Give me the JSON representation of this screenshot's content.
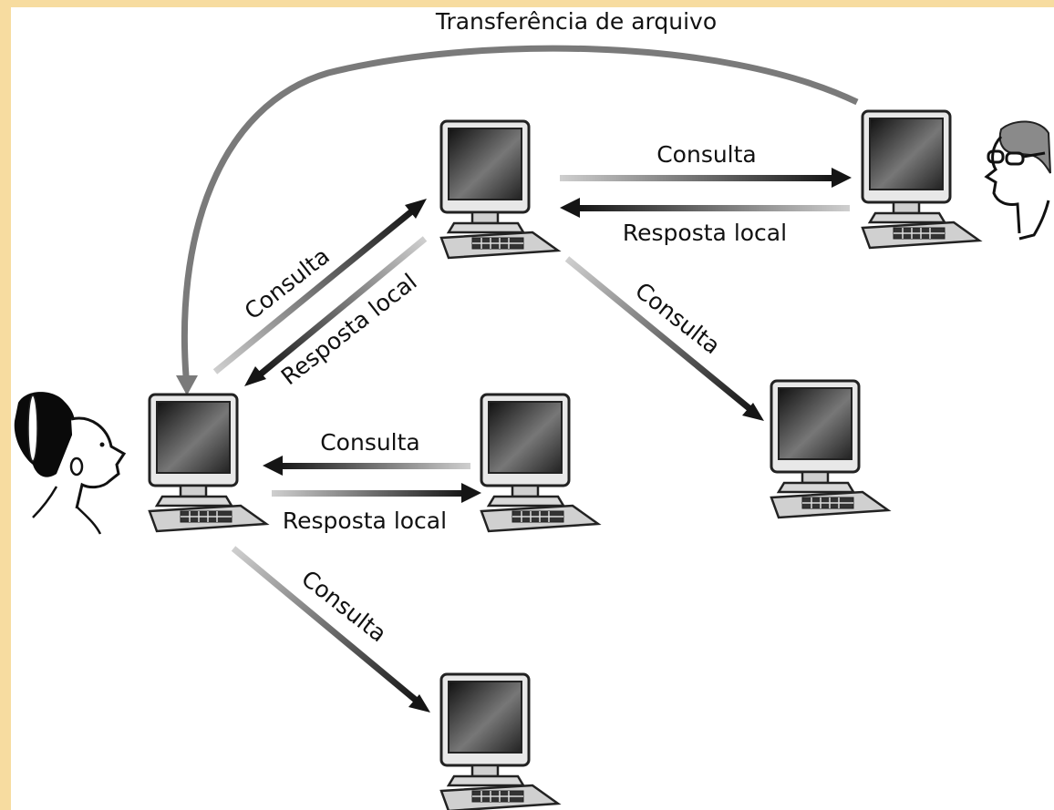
{
  "labels": {
    "file_transfer": "Transferência de arquivo",
    "query_top_right": "Consulta",
    "reply_top_right": "Resposta local",
    "query_diag_up": "Consulta",
    "reply_diag_up": "Resposta local",
    "query_diag_right": "Consulta",
    "query_mid": "Consulta",
    "reply_mid": "Resposta local",
    "query_bottom": "Consulta"
  },
  "colors": {
    "arrow_dark": "#1a1a1a",
    "arrow_light": "#c8c8c8",
    "curve": "#7a7a7a",
    "outer_frame": "#f7dca0"
  },
  "icons": [
    "desktop-computer-icon",
    "woman-user-icon",
    "man-user-icon"
  ]
}
